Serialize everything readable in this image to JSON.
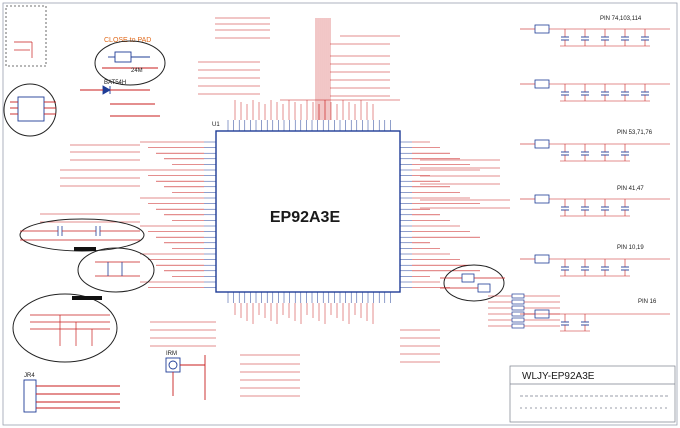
{
  "chip": {
    "name": "EP92A3E",
    "ref": "U1"
  },
  "title_block": {
    "title": "WLJY-EP92A3E"
  },
  "annotations": {
    "close_to_pad": "CLOSE to PAD",
    "crystal_freq": "24M",
    "diode_part": "BAT54H",
    "sensor_part": "IRM",
    "connector": "JR4"
  },
  "pin_groups": [
    {
      "label": "PIN 74,103,114"
    },
    {
      "label": "PIN 53,71,76"
    },
    {
      "label": "PIN 41,47"
    },
    {
      "label": "PIN 10,19"
    },
    {
      "label": "PIN 16"
    }
  ],
  "colors": {
    "wire": "#c81e1e",
    "component": "#1e3c96",
    "chip_outline": "#1e3c96",
    "text": "#1a1a1a",
    "highlight_note": "#e06a1c"
  }
}
